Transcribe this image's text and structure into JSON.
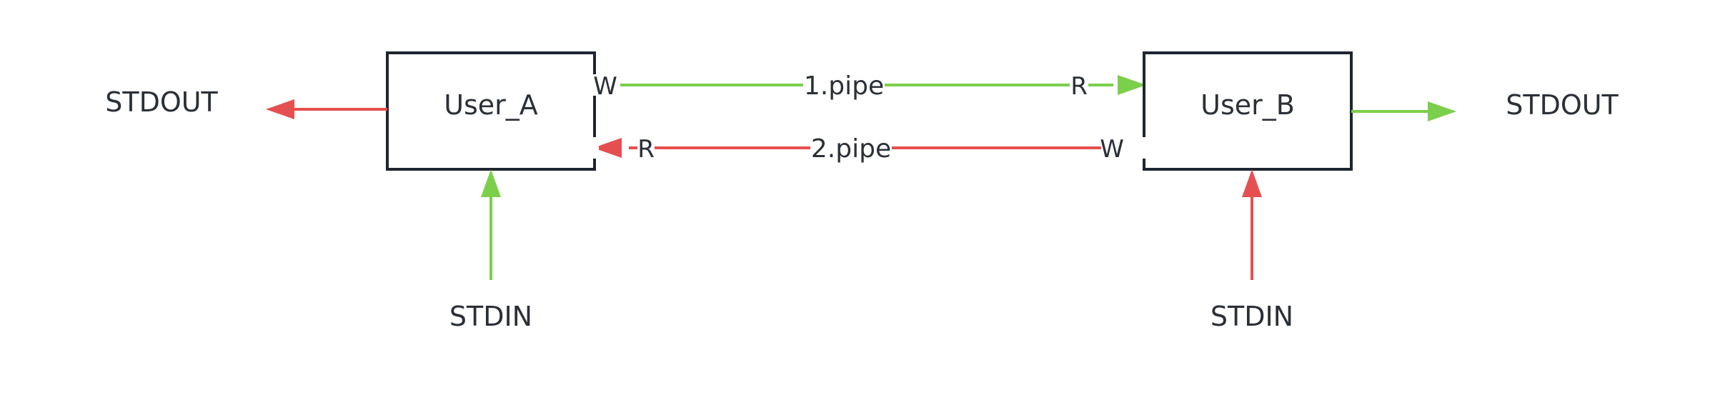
{
  "colors": {
    "green": "#7ccf4a",
    "red": "#e64f4f",
    "box_stroke": "#1f2530",
    "text": "#2b3038"
  },
  "nodes": {
    "user_a": {
      "label": "User_A"
    },
    "user_b": {
      "label": "User_B"
    }
  },
  "io": {
    "stdout_left": "STDOUT",
    "stdout_right": "STDOUT",
    "stdin_left": "STDIN",
    "stdin_right": "STDIN"
  },
  "pipes": [
    {
      "label": "1.pipe",
      "write_end": "W",
      "read_end": "R",
      "color": "green",
      "direction": "User_A to User_B"
    },
    {
      "label": "2.pipe",
      "write_end": "W",
      "read_end": "R",
      "color": "red",
      "direction": "User_B to User_A"
    }
  ],
  "arrows": {
    "stdout_left": "red",
    "stdout_right": "green",
    "stdin_left": "green",
    "stdin_right": "red"
  }
}
